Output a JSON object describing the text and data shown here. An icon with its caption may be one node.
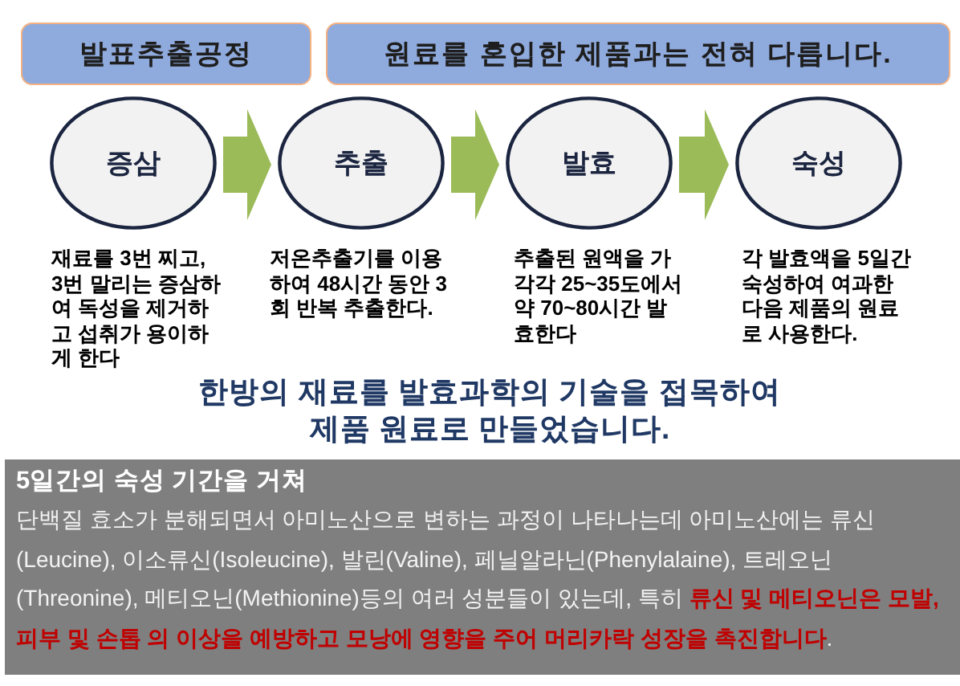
{
  "diagram": {
    "nodes": [
      {
        "text": [
          "발표추출공정"
        ]
      },
      {
        "text": [
          "원료를 혼입한 제품과는 전혀 다릅니다."
        ]
      },
      {
        "text": [
          "증삼"
        ],
        "beside": [
          "재료를 3번 찌고, 3번 말리는 증삼하여 독성을 제거하고 섭취가 용이하게 한다"
        ]
      },
      {
        "text": [
          "추출"
        ],
        "beside": [
          "저온추출기를 이용하여 48시간 동안 3회 반복 추출한다."
        ]
      },
      {
        "text": [
          "발효"
        ],
        "beside": [
          "추출된 원액을 가각각 25~35도에서 약 70~80시간 발효한다"
        ]
      },
      {
        "text": [
          "숙성"
        ],
        "beside": [
          "각 발효액을 5일간 숙성하여 여과한 다음 제품의 원료로 사용한다."
        ]
      },
      {
        "text": [
          "5일간의 숙성 기간을 거쳐",
          "단백질 효소가 분해되면서 아미노산으로 변하는 과정이 나타나는데 아미노산에는 류신(Leucine), 이소류신(Isoleucine), 발린(Valine), 페닐알라닌(Phenylalaine), 트레오닌(Threonine), 메티오닌(Methionine)등의 여러 성분들이 있는데, 특히 **류신 및 메티오닌은 모발, 피부 및 손톱 의 이상을 예방하고 모낭에 영향을 주어 머리카락 성장을 촉진합니다**."
        ]
      }
    ],
    "edges": [
      {
        "from": 2,
        "to": 3,
        "arrow": "to"
      },
      {
        "from": 3,
        "to": 4,
        "arrow": "to"
      },
      {
        "from": 4,
        "to": 5,
        "arrow": "to"
      }
    ],
    "labels": [
      "한방의 재료를 발효과학의 기술을 접목하여 제품 원료로 만들었습니다."
    ]
  }
}
